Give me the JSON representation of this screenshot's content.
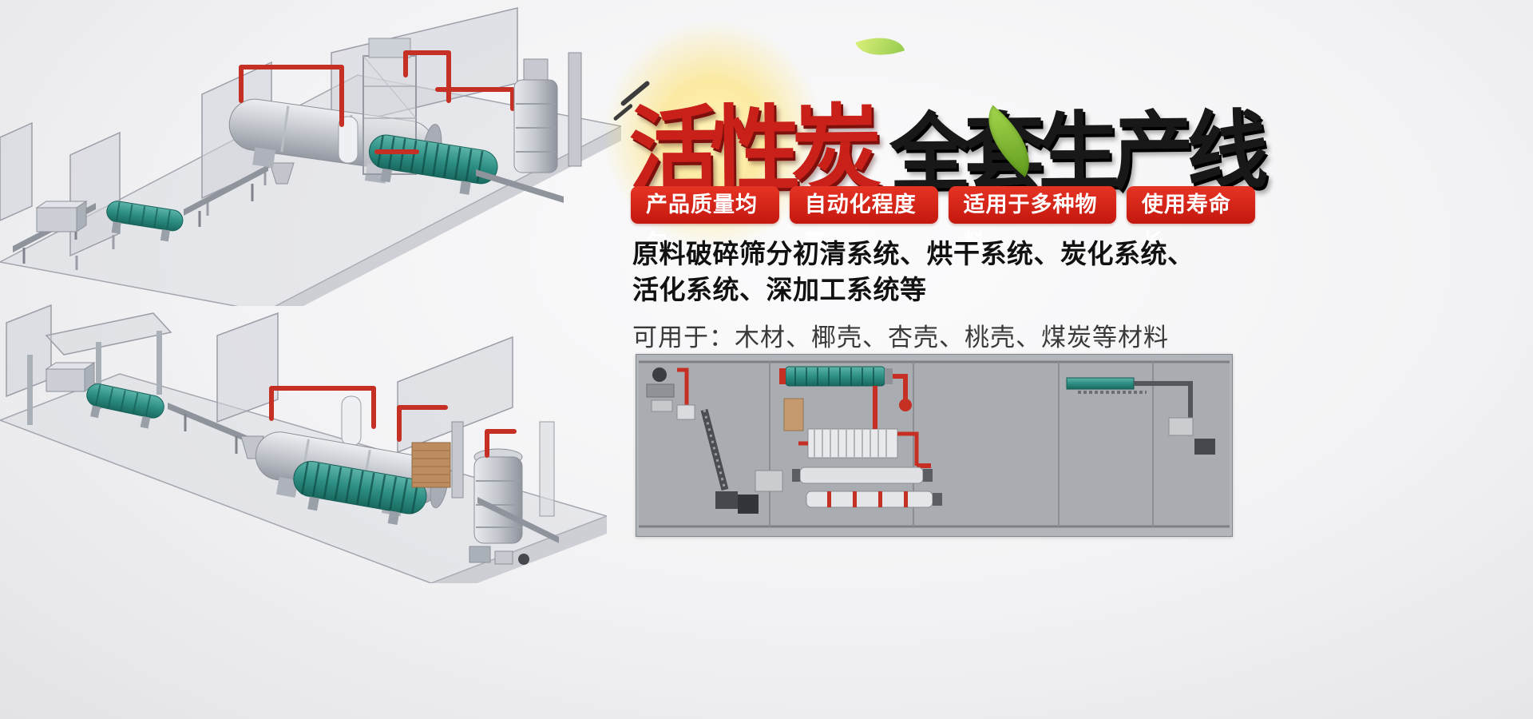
{
  "banner": {
    "title": {
      "red_text": "活性炭",
      "black_text": "全套生产线",
      "red_color": "#c9201a",
      "black_color": "#181818"
    },
    "badges": {
      "background_color": "#cf1d13",
      "text_color": "#ffffff",
      "items": [
        {
          "label": "产品质量均匀"
        },
        {
          "label": "自动化程度高"
        },
        {
          "label": "适用于多种物料"
        },
        {
          "label": "使用寿命长"
        }
      ]
    },
    "description": {
      "bold_line1": "原料破碎筛分初清系统、烘干系统、炭化系统、",
      "bold_line2": "活化系统、深加工系统等",
      "applications": "可用于：木材、椰壳、杏壳、桃壳、煤炭等材料"
    },
    "illustrations": {
      "top_left": "activated-carbon-production-line-3d-render-view-a",
      "bottom_left": "activated-carbon-production-line-3d-render-view-b",
      "bottom_right": "production-line-top-view-layout-diagram"
    },
    "colors": {
      "machine_teal": "#2e8f84",
      "pipe_red": "#c62f24",
      "metal_gray": "#c6c9cf",
      "brick_tan": "#bd8d60",
      "leaf_green": "#6fae1f"
    }
  }
}
